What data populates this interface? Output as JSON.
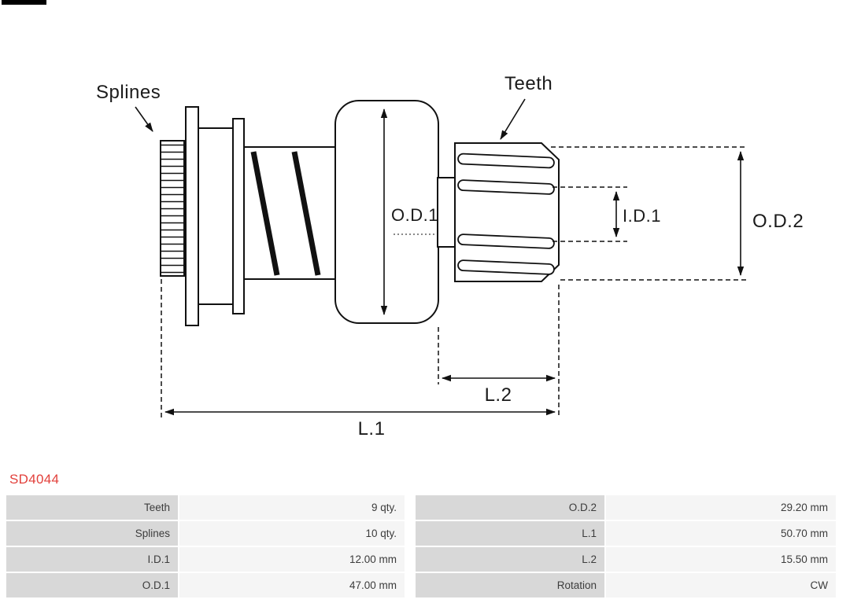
{
  "part_number": "SD4044",
  "diagram": {
    "labels": {
      "splines": "Splines",
      "teeth": "Teeth",
      "od1": "O.D.1",
      "id1": "I.D.1",
      "od2": "O.D.2",
      "l2": "L.2",
      "l1": "L.1"
    }
  },
  "specs": {
    "rows": [
      {
        "label1": "Teeth",
        "value1": "9 qty.",
        "label2": "O.D.2",
        "value2": "29.20 mm"
      },
      {
        "label1": "Splines",
        "value1": "10 qty.",
        "label2": "L.1",
        "value2": "50.70 mm"
      },
      {
        "label1": "I.D.1",
        "value1": "12.00 mm",
        "label2": "L.2",
        "value2": "15.50 mm"
      },
      {
        "label1": "O.D.1",
        "value1": "47.00 mm",
        "label2": "Rotation",
        "value2": "CW"
      }
    ]
  },
  "colors": {
    "part_number_red": "#e2403b",
    "table_label_bg": "#d8d8d8",
    "table_value_bg": "#f5f5f5",
    "drawing_stroke": "#111111"
  }
}
